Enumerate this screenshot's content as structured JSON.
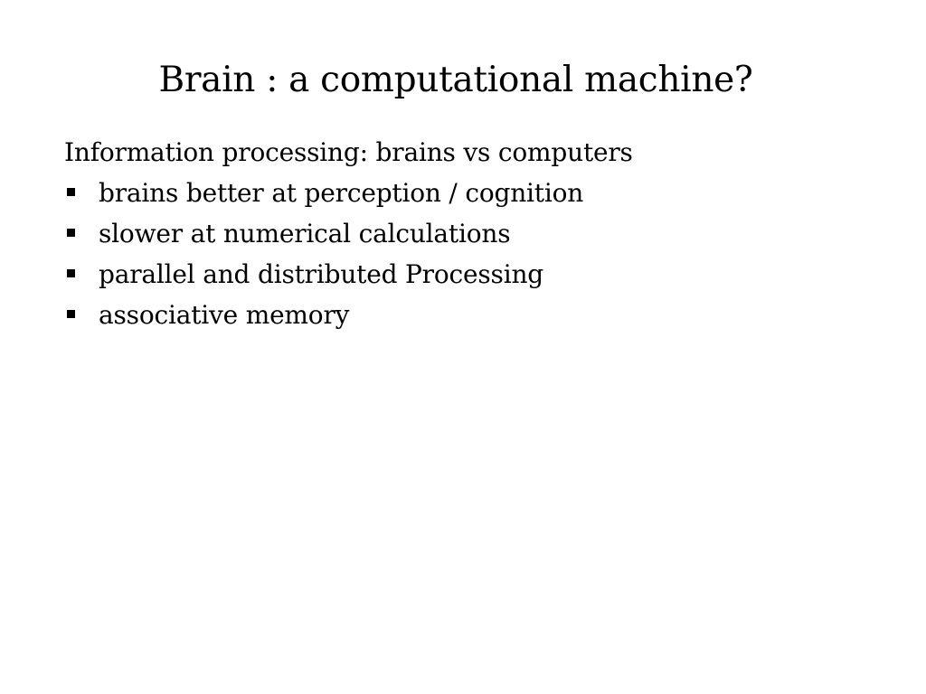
{
  "slide": {
    "title": "Brain : a computational machine?",
    "intro": "Information processing: brains vs computers",
    "bullets": [
      "brains better at perception / cognition",
      "slower at numerical calculations",
      "parallel and distributed Processing",
      "associative memory"
    ],
    "bullet_icon": "square-bullet-icon",
    "text_color": "#000000",
    "background_color": "#ffffff"
  }
}
